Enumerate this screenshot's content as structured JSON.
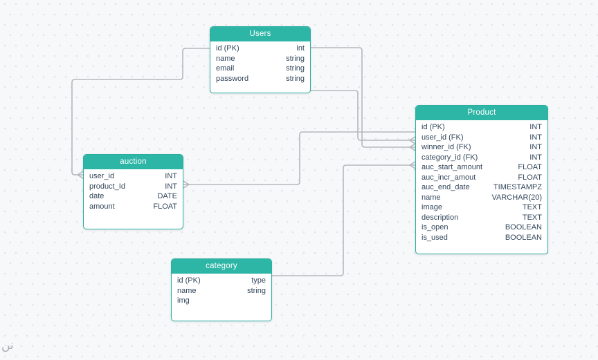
{
  "colors": {
    "accent_teal": "#2db5a6",
    "table_border": "#2aaf9f",
    "connector_gray": "#b6b7bb",
    "text_dark": "#33475b",
    "header_text": "#ffffff",
    "canvas_bg": "#f7f8fa",
    "dot_color": "#e3e4e8"
  },
  "watermark_text": "نن",
  "diagram": {
    "tables": {
      "users": {
        "title": "Users",
        "rows": [
          {
            "field": "id (PK)",
            "type": "int"
          },
          {
            "field": "name",
            "type": "string"
          },
          {
            "field": "email",
            "type": "string"
          },
          {
            "field": "password",
            "type": "string"
          }
        ]
      },
      "auction": {
        "title": "auction",
        "rows": [
          {
            "field": "user_id",
            "type": "INT"
          },
          {
            "field": "product_Id",
            "type": "INT"
          },
          {
            "field": "date",
            "type": "DATE"
          },
          {
            "field": "amount",
            "type": "FLOAT"
          }
        ]
      },
      "product": {
        "title": "Product",
        "rows": [
          {
            "field": "id (PK)",
            "type": "INT"
          },
          {
            "field": "user_id (FK)",
            "type": "INT"
          },
          {
            "field": "winner_id (FK)",
            "type": "INT"
          },
          {
            "field": "category_id (FK)",
            "type": "INT"
          },
          {
            "field": "auc_start_amount",
            "type": "FLOAT"
          },
          {
            "field": "auc_incr_amout",
            "type": "FLOAT"
          },
          {
            "field": "auc_end_date",
            "type": "TIMESTAMPZ"
          },
          {
            "field": "name",
            "type": "VARCHAR(20)"
          },
          {
            "field": "image",
            "type": "TEXT"
          },
          {
            "field": "description",
            "type": "TEXT"
          },
          {
            "field": "is_open",
            "type": "BOOLEAN"
          },
          {
            "field": "is_used",
            "type": "BOOLEAN"
          }
        ]
      },
      "category": {
        "title": "category",
        "rows": [
          {
            "field": "id (PK)",
            "type": "type"
          },
          {
            "field": "name",
            "type": "string"
          },
          {
            "field": "img",
            "type": ""
          }
        ]
      }
    },
    "relationships": [
      {
        "from": "Users.id",
        "to": "auction.user_id"
      },
      {
        "from": "Users.id",
        "to": "Product.user_id (FK)"
      },
      {
        "from": "Users.id",
        "to": "Product.winner_id (FK)"
      },
      {
        "from": "auction.product_Id",
        "to": "Product.id"
      },
      {
        "from": "category.id",
        "to": "Product.category_id (FK)"
      }
    ]
  }
}
